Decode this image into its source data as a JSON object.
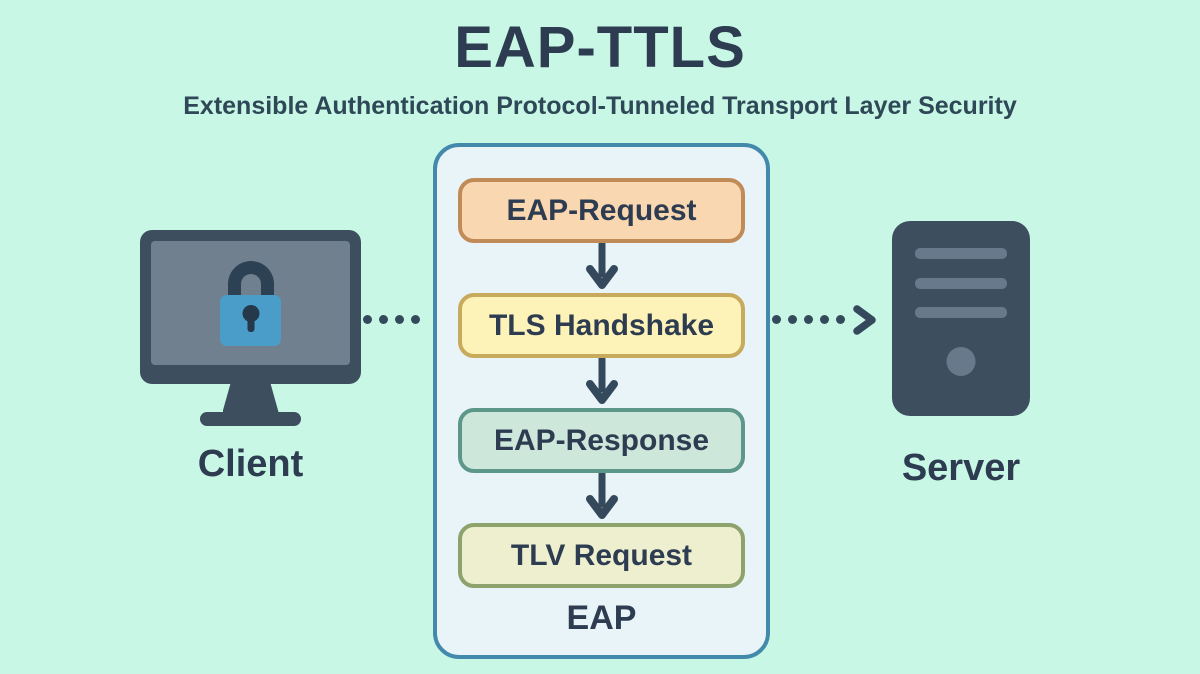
{
  "header": {
    "title": "EAP-TTLS",
    "subtitle": "Extensible Authentication Protocol-Tunneled Transport Layer Security"
  },
  "diagram": {
    "client_label": "Client",
    "server_label": "Server",
    "tunnel_label": "EAP",
    "steps": [
      {
        "label": "EAP-Request",
        "fill": "#f8d7b1",
        "border": "#c08b57"
      },
      {
        "label": "TLS Handshake",
        "fill": "#fdf2b7",
        "border": "#c7aa5c"
      },
      {
        "label": "EAP-Response",
        "fill": "#cde7db",
        "border": "#5d9789"
      },
      {
        "label": "TLV Request",
        "fill": "#edefcf",
        "border": "#8da26c"
      }
    ],
    "icons": {
      "client": "monitor-with-lock-icon",
      "server": "server-tower-icon",
      "flow": "down-arrow-icon",
      "links": "dotted-arrow"
    }
  },
  "theme": {
    "bg": "#c9f7e6",
    "ink": "#2d3c50",
    "subtitle-ink": "#2f4858",
    "panel-fill": "#e9f4f9",
    "panel-border": "#4289ab",
    "arrow": "#35495c",
    "device": "#3d4f5f",
    "device-screen": "#70808f",
    "lock-body": "#4a9cc9",
    "lock-shackle": "#2c4254",
    "lock-keyhole": "#24394a",
    "server-detail": "#67798b"
  }
}
